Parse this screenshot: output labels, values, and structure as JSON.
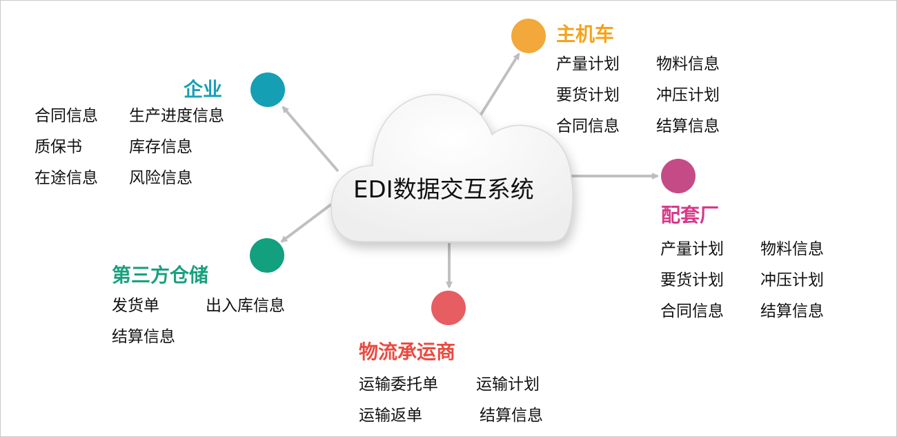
{
  "center": {
    "label": "EDI数据交互系统"
  },
  "nodes": {
    "enterprise": {
      "title": "企业",
      "color": "#159fb5",
      "items": [
        "合同信息",
        "生产进度信息",
        "质保书",
        "库存信息",
        "在途信息",
        "风险信息"
      ]
    },
    "oem": {
      "title": "主机车",
      "color": "#f2a83a",
      "items": [
        "产量计划",
        "物料信息",
        "要货计划",
        "冲压计划",
        "合同信息",
        "结算信息"
      ]
    },
    "supplier": {
      "title": "配套厂",
      "color": "#c54b86",
      "items": [
        "产量计划",
        "物料信息",
        "要货计划",
        "冲压计划",
        "合同信息",
        "结算信息"
      ]
    },
    "warehouse": {
      "title": "第三方仓储",
      "color": "#13a07f",
      "items": [
        "发货单",
        "出入库信息",
        "结算信息"
      ]
    },
    "logistics": {
      "title": "物流承运商",
      "color": "#e65e61",
      "items": [
        "运输委托单",
        "运输计划",
        "运输返单",
        "结算信息"
      ]
    }
  },
  "title_colors": {
    "enterprise": "#1a9fb8",
    "oem": "#f5a21b",
    "supplier": "#d7398a",
    "warehouse": "#1aa07f",
    "logistics": "#eb4a40"
  }
}
